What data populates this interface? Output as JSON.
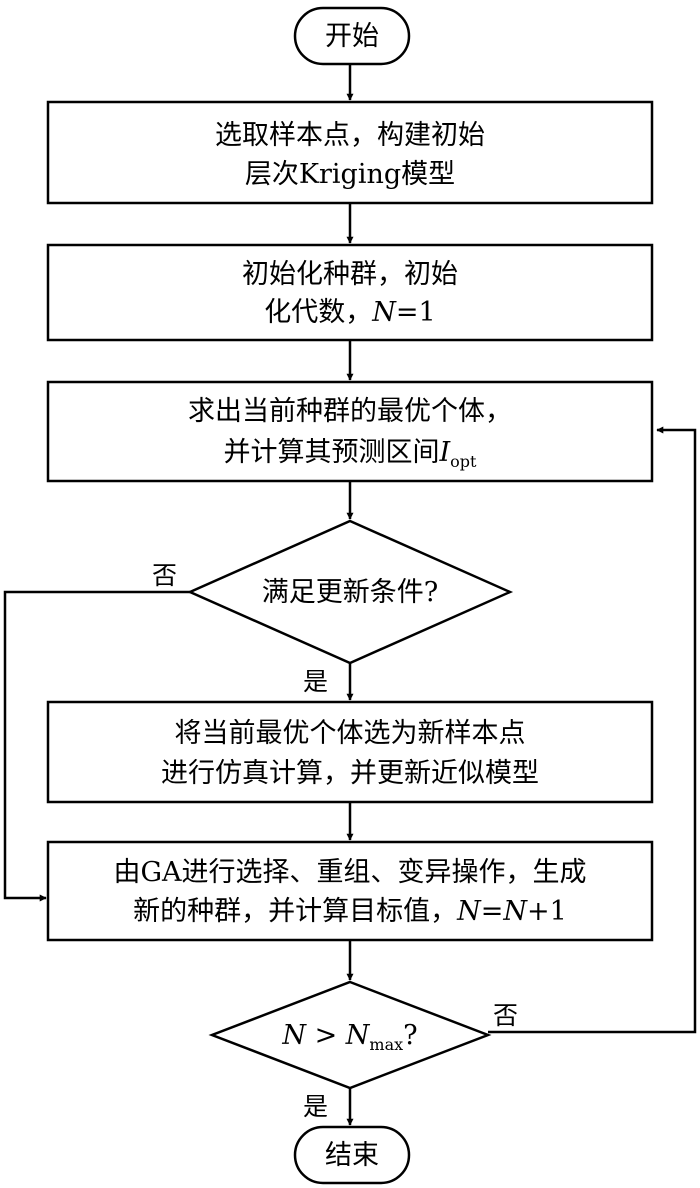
{
  "nodes": {
    "start": {
      "text": "开始"
    },
    "init_model": {
      "line1": "选取样本点，构建初始",
      "line2": "层次Kriging模型"
    },
    "init_pop": {
      "line1": "初始化种群，初始",
      "line2_prefix": "化代数，",
      "line2_var": "N",
      "line2_suffix": "=1"
    },
    "best": {
      "line1": "求出当前种群的最优个体，",
      "line2_prefix": "并计算其预测区间",
      "line2_var": "I",
      "line2_sub": "opt"
    },
    "cond_update": {
      "text": "满足更新条件?"
    },
    "update": {
      "line1": "将当前最优个体选为新样本点",
      "line2": "进行仿真计算，并更新近似模型"
    },
    "ga": {
      "line1": "由GA进行选择、重组、变异操作，生成",
      "line2_prefix": "新的种群，并计算目标值，",
      "line2_var1": "N",
      "line2_mid": "=",
      "line2_var2": "N",
      "line2_suffix": "+1"
    },
    "cond_max": {
      "var1": "N",
      "op": " > ",
      "var2": "N",
      "sub": "max",
      "suffix": "?"
    },
    "end": {
      "text": "结束"
    }
  },
  "labels": {
    "no_update": "否",
    "yes_update": "是",
    "no_max": "否",
    "yes_max": "是"
  }
}
